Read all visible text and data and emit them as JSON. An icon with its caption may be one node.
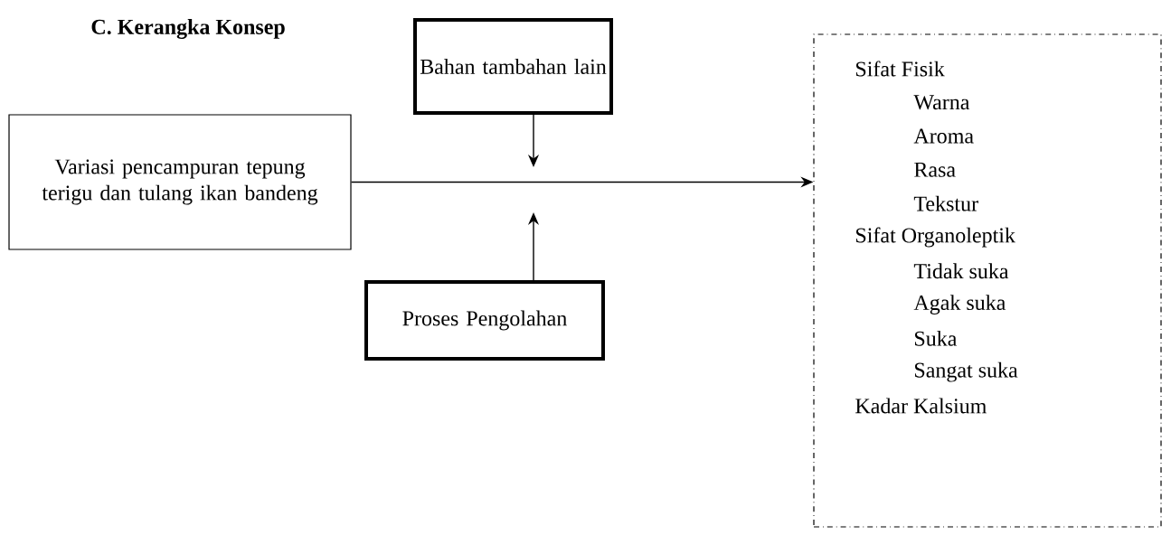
{
  "diagram": {
    "title": "C. Kerangka Konsep",
    "nodes": [
      {
        "text": [
          "Bahan tambahan lain"
        ]
      },
      {
        "text": [
          "Variasi pencampuran tepung terigu dan tulang ikan bandeng"
        ]
      },
      {
        "text": [
          "Proses Pengolahan"
        ]
      },
      {
        "text": [
          "Sifat Fisik",
          "Warna",
          "Aroma",
          "Rasa",
          "Tekstur",
          "Sifat Organoleptik",
          "Tidak suka",
          "Agak suka",
          "Suka",
          "Sangat suka",
          "Kadar Kalsium"
        ]
      }
    ],
    "edges": [
      {
        "from": 0,
        "to": null,
        "arrow": "to"
      },
      {
        "from": 2,
        "to": null,
        "arrow": "to"
      },
      {
        "from": 1,
        "to": 3,
        "arrow": "to"
      }
    ]
  }
}
